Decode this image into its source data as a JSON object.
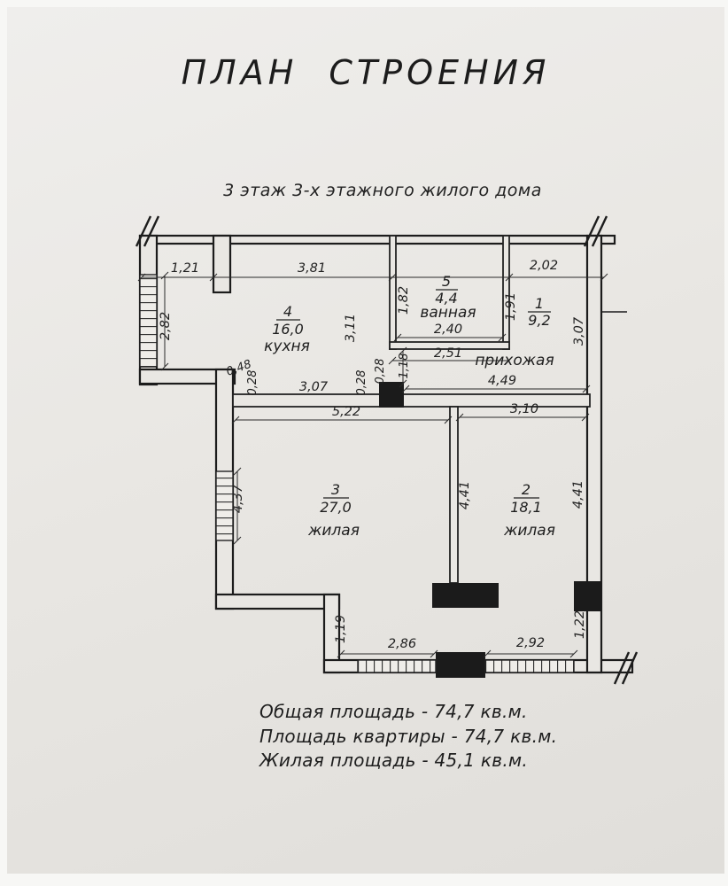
{
  "page": {
    "title": "ПЛАН СТРОЕНИЯ",
    "subtitle": "3 этаж 3-х этажного жилого дома"
  },
  "rooms": {
    "kitchen": {
      "number": "4",
      "area": "16,0",
      "name": "кухня"
    },
    "bath": {
      "number": "5",
      "area": "4,4",
      "name": "ванная"
    },
    "hall": {
      "number": "1",
      "area": "9,2",
      "name": "прихожая"
    },
    "living_big": {
      "number": "3",
      "area": "27,0",
      "name": "жилая"
    },
    "living_small": {
      "number": "2",
      "area": "18,1",
      "name": "жилая"
    }
  },
  "dims": {
    "top_left": "1,21",
    "top_mid": "3,81",
    "top_right": "2,02",
    "left_window": "2,82",
    "bath_left": "1,82",
    "bath_right": "1,91",
    "right_upper": "3,07",
    "kitchen_height": "3,11",
    "bath_width": "2,40",
    "hall_lower": "2,51",
    "duct_side": "1,18",
    "small_a": "0,48",
    "small_b": "0,28",
    "small_c": "0,28",
    "small_d": "0,28",
    "kitchen_width": "3,07",
    "hall_width": "4,49",
    "room3_width": "5,22",
    "room2_width": "3,10",
    "left_lower_window": "4,37",
    "room3_height": "4,41",
    "room2_height": "4,41",
    "notch_left": "1,19",
    "bottom_window_left": "2,86",
    "bottom_window_right": "2,92",
    "notch_right": "1,22"
  },
  "summary": {
    "total": "Общая площадь - 74,7 кв.м.",
    "apartment": "Площадь квартиры - 74,7 кв.м.",
    "living": "Жилая площадь - 45,1 кв.м."
  }
}
